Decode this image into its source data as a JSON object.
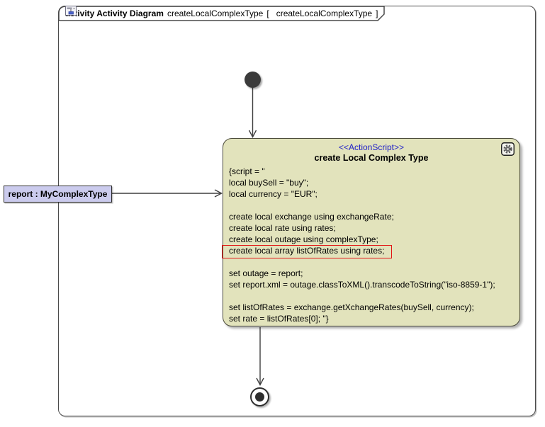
{
  "frame": {
    "kind_and_type": "activity Activity Diagram",
    "name": "createLocalComplexType",
    "bracket_open": "[",
    "diagram_ref": "createLocalComplexType",
    "bracket_close": "]"
  },
  "action_node": {
    "stereotype": "<<ActionScript>>",
    "name": "create Local Complex Type",
    "badge_icon": "gear-icon",
    "script_lines": [
      "{script = \"",
      "local buySell = \"buy\";",
      "local currency = \"EUR\";",
      "",
      "create local exchange using exchangeRate;",
      "create local rate using rates;",
      "create local outage using complexType;",
      "create local array listOfRates using rates;",
      "",
      "set outage = report;",
      "set report.xml = outage.classToXML().transcodeToString(\"iso-8859-1\");",
      "",
      "set listOfRates = exchange.getXchangeRates(buySell, currency);",
      "set rate = listOfRates[0]; \"}"
    ]
  },
  "highlight": {
    "highlighted_line": "create local array listOfRates using rates;",
    "color": "#E21414"
  },
  "object_label": {
    "text": "report : MyComplexType"
  },
  "colors": {
    "action_node_fill": "#E2E3BC",
    "object_label_fill": "#CBCBED",
    "stereotype_blue": "#2020C8",
    "edge_gray": "#3F3F3F",
    "frame_border": "#4A4A4A"
  }
}
